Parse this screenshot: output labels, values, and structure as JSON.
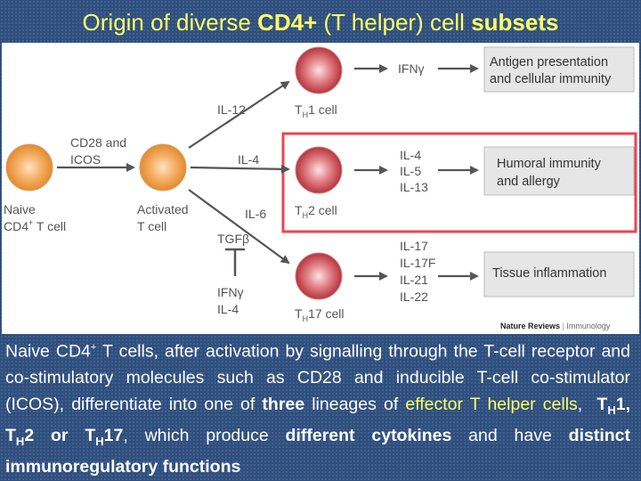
{
  "title": {
    "p1": "Origin of diverse ",
    "p2": "CD4+",
    "p3": " (T helper) cell ",
    "p4": "subsets"
  },
  "diagram": {
    "naive_l1": "Naive",
    "naive_l2": "CD4",
    "naive_sup": "+",
    "naive_l2b": " T cell",
    "costim_l1": "CD28 and",
    "costim_l2": "ICOS",
    "activated_l1": "Activated",
    "activated_l2": "T cell",
    "il12": "IL-12",
    "il4": "IL-4",
    "il6": "IL-6",
    "tgfb": "TGFβ",
    "inhib_l1": "IFNγ",
    "inhib_l2": "IL-4",
    "th1": "T",
    "th1_sub": "H",
    "th1_rest": "1 cell",
    "th2": "T",
    "th2_sub": "H",
    "th2_rest": "2 cell",
    "th17": "T",
    "th17_sub": "H",
    "th17_rest": "17 cell",
    "th1_cytokine": "IFNγ",
    "th2_cytokines": [
      "IL-4",
      "IL-5",
      "IL-13"
    ],
    "th17_cytokines": [
      "IL-17",
      "IL-17F",
      "IL-21",
      "IL-22"
    ],
    "box1_l1": "Antigen presentation",
    "box1_l2": "and cellular immunity",
    "box2_l1": "Humoral immunity",
    "box2_l2": "and allergy",
    "box3": "Tissue inflammation",
    "brand_a": "Nature Reviews",
    "brand_sep": " | ",
    "brand_b": "Immunology"
  },
  "caption": {
    "c1": "Naive CD4",
    "c1sup": "+",
    "c2": " T cells, after activation by signalling through the T-cell receptor and co-stimulatory molecules such as CD28 and inducible T-cell co-stimulator (ICOS), differentiate into one of ",
    "c3": "three",
    "c4": " lineages of ",
    "c5": "effector T helper cells",
    "c6": ",  ",
    "t1": "T",
    "t1sub": "H",
    "t1rest": "1, ",
    "t2": "T",
    "t2sub": "H",
    "t2rest": "2 or ",
    "t3": "T",
    "t3sub": "H",
    "t3rest": "17",
    "c7": ", which produce ",
    "c8": "different cytokines",
    "c9": " and have ",
    "c10": "distinct immunoregulatory functions"
  },
  "colors": {
    "title": "#ffff66",
    "background": "#2f4f7f",
    "naive_cell": "#f4a860",
    "effector_cell": "#c0404a",
    "highlight_box": "#e8474f",
    "outcome_box": "#e6e6e6"
  }
}
